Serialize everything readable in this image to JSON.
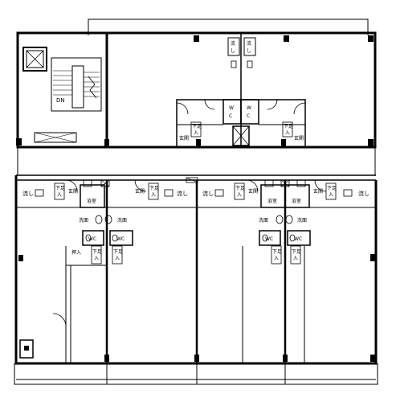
{
  "labels": {
    "dn": "DN",
    "sink": "流し",
    "sink_v1": "流",
    "sink_v2": "し",
    "wc": "WC",
    "w": "W",
    "c": "C",
    "entrance": "玄関",
    "shoe1": "下足",
    "shoe2": "入",
    "bath": "浴室",
    "washroom": "洗面",
    "closet": "押入"
  },
  "colors": {
    "line": "#000000",
    "background": "#ffffff"
  }
}
